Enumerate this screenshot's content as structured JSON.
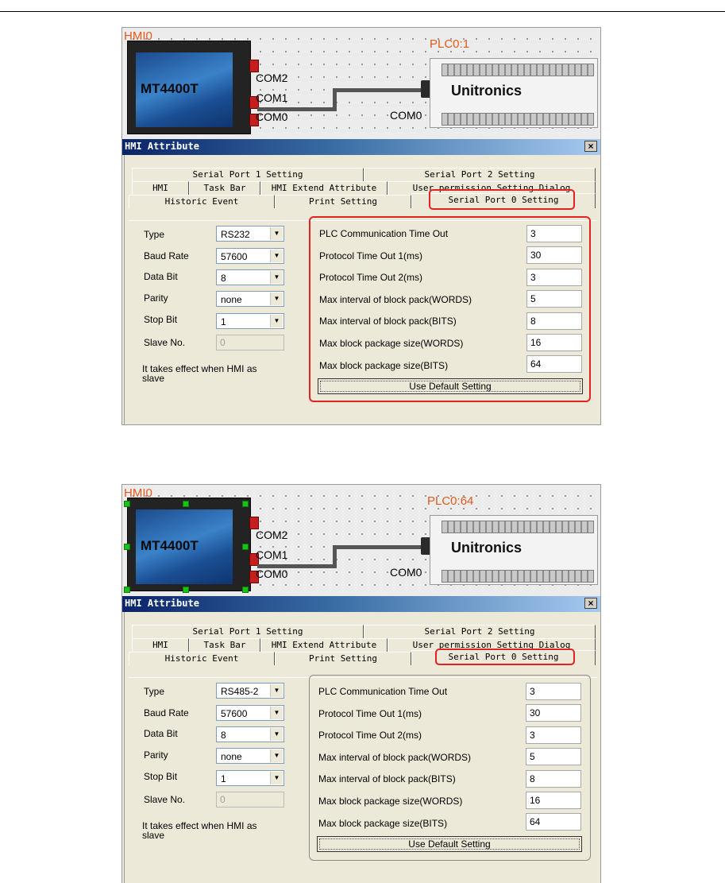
{
  "screens": [
    {
      "hmi_label": "HMI0",
      "hmi_model": "MT4400T",
      "plc_label": "PLC0:1",
      "plc_brand": "Unitronics",
      "com_ports": [
        "COM2",
        "COM1",
        "COM0"
      ],
      "plc_port": "COM0",
      "dialog_title": "HMI Attribute",
      "close_glyph": "×",
      "tabs_row1": [
        "Serial Port 1 Setting",
        "Serial Port 2 Setting"
      ],
      "tabs_row2": [
        "HMI",
        "Task Bar",
        "HMI Extend Attribute",
        "User permission Setting Dialog"
      ],
      "tabs_row3": [
        "Historic Event",
        "Print Setting",
        "Serial Port 0 Setting"
      ],
      "active_tab": "Serial Port 0 Setting",
      "fields": {
        "type_label": "Type",
        "type_value": "RS232",
        "baud_label": "Baud Rate",
        "baud_value": "57600",
        "databit_label": "Data Bit",
        "databit_value": "8",
        "parity_label": "Parity",
        "parity_value": "none",
        "stopbit_label": "Stop Bit",
        "stopbit_value": "1",
        "slave_label": "Slave No.",
        "slave_value": "0",
        "note": "It takes effect when HMI as slave"
      },
      "params": [
        {
          "label": "PLC Communication Time Out",
          "value": "3"
        },
        {
          "label": "Protocol Time Out 1(ms)",
          "value": "30"
        },
        {
          "label": "Protocol Time Out 2(ms)",
          "value": "3"
        },
        {
          "label": "Max interval of block pack(WORDS)",
          "value": "5"
        },
        {
          "label": "Max interval of block pack(BITS)",
          "value": "8"
        },
        {
          "label": "Max block package size(WORDS)",
          "value": "16"
        },
        {
          "label": "Max block package size(BITS)",
          "value": "64"
        }
      ],
      "default_button": "Use Default Setting"
    },
    {
      "hmi_label": "HMI0",
      "hmi_model": "MT4400T",
      "plc_label": "PLC0:64",
      "plc_brand": "Unitronics",
      "com_ports": [
        "COM2",
        "COM1",
        "COM0"
      ],
      "plc_port": "COM0",
      "dialog_title": "HMI Attribute",
      "close_glyph": "×",
      "tabs_row1": [
        "Serial Port 1 Setting",
        "Serial Port 2 Setting"
      ],
      "tabs_row2": [
        "HMI",
        "Task Bar",
        "HMI Extend Attribute",
        "User permission Setting Dialog"
      ],
      "tabs_row3": [
        "Historic Event",
        "Print Setting",
        "Serial Port 0 Setting"
      ],
      "active_tab": "Serial Port 0 Setting",
      "fields": {
        "type_label": "Type",
        "type_value": "RS485-2",
        "baud_label": "Baud Rate",
        "baud_value": "57600",
        "databit_label": "Data Bit",
        "databit_value": "8",
        "parity_label": "Parity",
        "parity_value": "none",
        "stopbit_label": "Stop Bit",
        "stopbit_value": "1",
        "slave_label": "Slave No.",
        "slave_value": "0",
        "note": "It takes effect when HMI as slave"
      },
      "params": [
        {
          "label": "PLC Communication Time Out",
          "value": "3"
        },
        {
          "label": "Protocol Time Out 1(ms)",
          "value": "30"
        },
        {
          "label": "Protocol Time Out 2(ms)",
          "value": "3"
        },
        {
          "label": "Max interval of block pack(WORDS)",
          "value": "5"
        },
        {
          "label": "Max interval of block pack(BITS)",
          "value": "8"
        },
        {
          "label": "Max block package size(WORDS)",
          "value": "16"
        },
        {
          "label": "Max block package size(BITS)",
          "value": "64"
        }
      ],
      "default_button": "Use Default Setting"
    }
  ],
  "colors": {
    "highlight": "#e52222",
    "label_orange": "#e05a1c",
    "titlebar": "#0a246a"
  }
}
